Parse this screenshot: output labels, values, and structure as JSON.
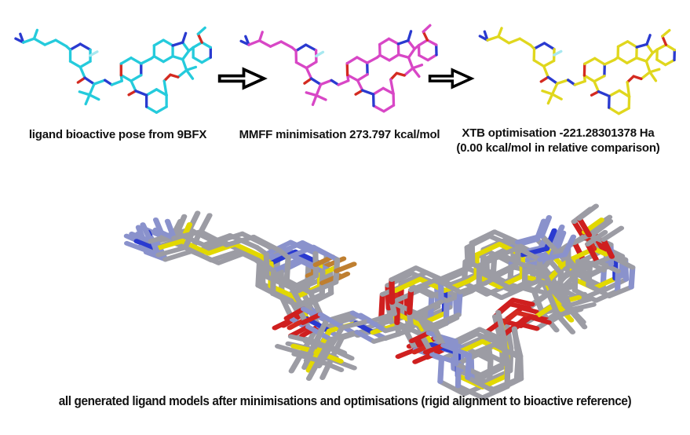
{
  "figure": {
    "type": "molecular-workflow-figure",
    "background": "#ffffff"
  },
  "workflow": {
    "steps": [
      {
        "name": "ligand-bioactive-pose",
        "caption": "ligand bioactive pose from 9BFX",
        "molecule_color_name": "cyan",
        "carbon_hex": "#25cbdc"
      },
      {
        "name": "mmff-minimised-pose",
        "caption": "MMFF minimisation 273.797 kcal/mol",
        "molecule_color_name": "magenta",
        "carbon_hex": "#d847c6"
      },
      {
        "name": "xtb-optimised-pose",
        "caption_line1": "XTB optimisation -221.28301378 Ha",
        "caption_line2": "(0.00 kcal/mol in relative comparison)",
        "molecule_color_name": "yellow",
        "carbon_hex": "#e0d71e"
      }
    ],
    "arrows": [
      {
        "name": "arrow-1",
        "direction": "right",
        "style": "black-outline-block-arrow"
      },
      {
        "name": "arrow-2",
        "direction": "right",
        "style": "black-outline-block-arrow"
      }
    ]
  },
  "overlay": {
    "caption": "all generated ligand models after minimisations and optimisations (rigid alignment to bioactive reference)",
    "model_carbon_hex": "#9c9ca4",
    "highlight_carbon_hex": "#e2d800",
    "model_count_shown": "ensemble of overlaid ligand models"
  },
  "atom_colors": {
    "nitrogen": "#2a3ad0",
    "oxygen": "#d42a20",
    "fluorine": "#a8e8f0",
    "overlay_nitrogen": "#8a92cc",
    "overlay_oxygen": "#cf1f1f",
    "overlay_orange": "#bf7f30"
  }
}
